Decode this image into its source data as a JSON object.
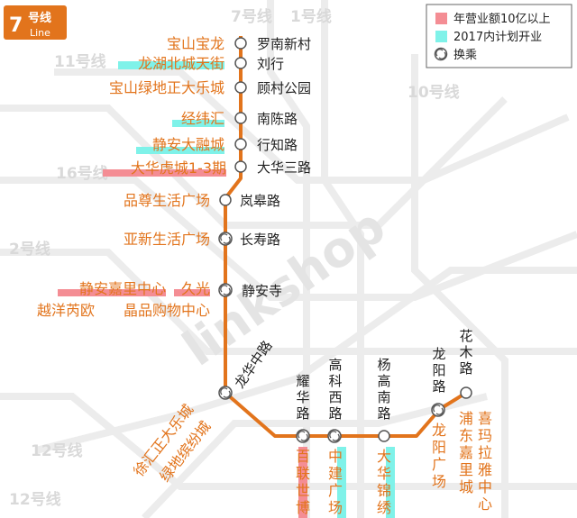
{
  "line_badge": {
    "number": "7",
    "label": "号线",
    "sublabel": "Line",
    "color": "#e2741c"
  },
  "legend": {
    "items": [
      {
        "text": "年营业额10亿以上",
        "color": "#f48d94",
        "icon": "pink-swatch"
      },
      {
        "text": "2017内计划开业",
        "color": "#7ff2e9",
        "icon": "cyan-swatch"
      },
      {
        "text": "换乘",
        "icon": "transfer-icon"
      }
    ]
  },
  "colors": {
    "line": "#e2741c",
    "mall_text": "#e2741c",
    "highlight_pink": "#f48d94",
    "highlight_cyan": "#7ff2e9"
  },
  "background_labels": [
    "7号线",
    "1号线",
    "11号线",
    "10号线",
    "16号线",
    "2号线",
    "12号线",
    "12号线"
  ],
  "stations": [
    {
      "name": "罗南新村",
      "transfer": false,
      "malls": [
        {
          "text": "宝山宝龙",
          "hl": ""
        }
      ]
    },
    {
      "name": "刘行",
      "transfer": false,
      "malls": [
        {
          "text": "龙湖北城天街",
          "hl": "cyan"
        }
      ]
    },
    {
      "name": "顾村公园",
      "transfer": false,
      "malls": [
        {
          "text": "宝山绿地正大乐城",
          "hl": ""
        }
      ]
    },
    {
      "name": "南陈路",
      "transfer": false,
      "malls": [
        {
          "text": "经纬汇",
          "hl": "cyan"
        }
      ]
    },
    {
      "name": "行知路",
      "transfer": false,
      "malls": [
        {
          "text": "静安大融城",
          "hl": "cyan"
        }
      ]
    },
    {
      "name": "大华三路",
      "transfer": false,
      "malls": [
        {
          "text": "大华虎城1-3期",
          "hl": "pink"
        }
      ]
    },
    {
      "name": "岚皋路",
      "transfer": false,
      "malls": [
        {
          "text": "品尊生活广场",
          "hl": ""
        }
      ]
    },
    {
      "name": "长寿路",
      "transfer": true,
      "malls": [
        {
          "text": "亚新生活广场",
          "hl": ""
        }
      ]
    },
    {
      "name": "静安寺",
      "transfer": true,
      "malls": [
        {
          "text": "静安嘉里中心",
          "hl": "pink"
        },
        {
          "text": "久光",
          "hl": "pink"
        },
        {
          "text": "越洋芮欧",
          "hl": ""
        },
        {
          "text": "晶品购物中心",
          "hl": ""
        }
      ]
    },
    {
      "name": "龙华中路",
      "transfer": true,
      "malls": [
        {
          "text": "徐汇正大乐城",
          "hl": ""
        },
        {
          "text": "绿地缤纷城",
          "hl": ""
        }
      ]
    },
    {
      "name": "耀华路",
      "transfer": true,
      "malls": [
        {
          "text": "百联世博",
          "hl": "pink"
        }
      ]
    },
    {
      "name": "高科西路",
      "transfer": true,
      "malls": [
        {
          "text": "中建广场",
          "hl": "cyan"
        }
      ]
    },
    {
      "name": "杨高南路",
      "transfer": false,
      "malls": [
        {
          "text": "大华锦绣",
          "hl": "cyan"
        }
      ]
    },
    {
      "name": "龙阳路",
      "transfer": true,
      "malls": [
        {
          "text": "龙阳广场",
          "hl": ""
        }
      ]
    },
    {
      "name": "花木路",
      "transfer": false,
      "malls": [
        {
          "text": "浦东嘉里城",
          "hl": ""
        },
        {
          "text": "喜玛拉雅中心",
          "hl": ""
        }
      ]
    }
  ]
}
